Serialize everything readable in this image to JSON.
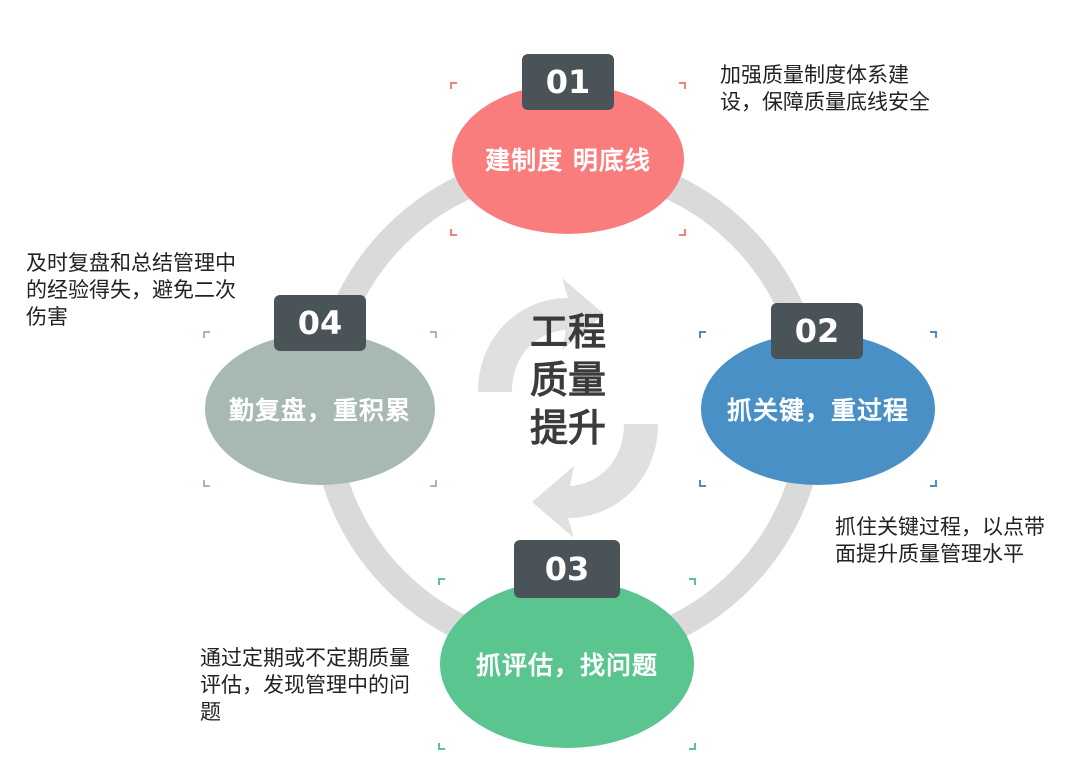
{
  "center": {
    "title": "工程质量提升"
  },
  "steps": [
    {
      "number": "01",
      "label": "建制度 明底线",
      "description": "加强质量制度体系建设，保障质量底线安全",
      "color": "#f87d7c"
    },
    {
      "number": "02",
      "label": "抓关键，重过程",
      "description": "抓住关键过程，以点带面提升质量管理水平",
      "color": "#4890c5"
    },
    {
      "number": "03",
      "label": "抓评估，找问题",
      "description": "通过定期或不定期质量评估，发现管理中的问题",
      "color": "#5bc590"
    },
    {
      "number": "04",
      "label": "勤复盘，重积累",
      "description": "及时复盘和总结管理中的经验得失，避免二次伤害",
      "color": "#a7b9b0"
    }
  ],
  "ring_color": "#dadada",
  "badge_color": "#4a5358"
}
